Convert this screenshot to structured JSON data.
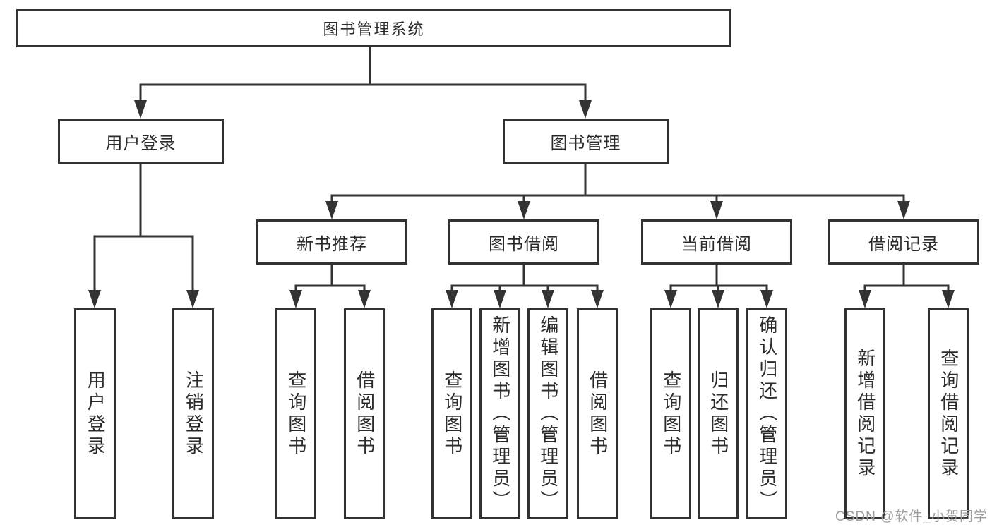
{
  "diagram": {
    "root": "图书管理系统",
    "level2": [
      "用户登录",
      "图书管理"
    ],
    "level3": [
      "新书推荐",
      "图书借阅",
      "当前借阅",
      "借阅记录"
    ],
    "leaves": {
      "user": [
        "用户登录",
        "注销登录"
      ],
      "recommend": [
        "查询图书",
        "借阅图书"
      ],
      "borrow": [
        "查询图书",
        "新增图书（管理员）",
        "编辑图书（管理员）",
        "借阅图书"
      ],
      "current": [
        "查询图书",
        "归还图书",
        "确认归还（管理员）"
      ],
      "records": [
        "新增借阅记录",
        "查询借阅记录"
      ]
    },
    "line_color": "#333333"
  },
  "watermark": "CSDN @软件_小贺同学"
}
